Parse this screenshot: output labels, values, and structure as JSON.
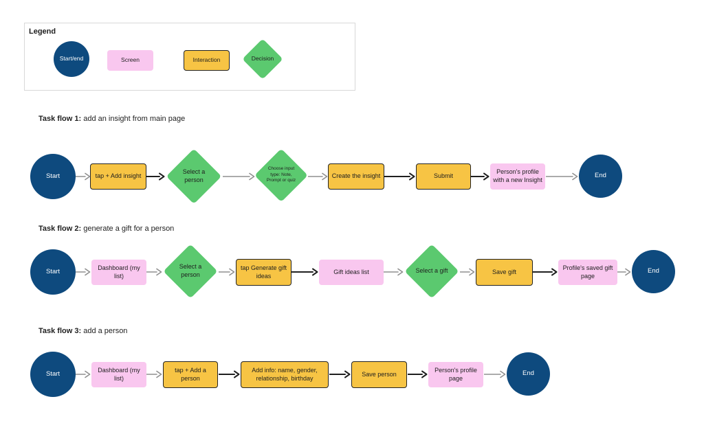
{
  "colors": {
    "start_end_blue": "#0e4a7e",
    "screen_pink": "#f9c7ef",
    "interaction_yellow": "#f7c444",
    "decision_green": "#5bc96f",
    "arrow_gray": "#8f8f8f",
    "arrow_black": "#1f1f1f"
  },
  "legend": {
    "title": "Legend",
    "items": [
      {
        "type": "start-end",
        "label": "Start/end"
      },
      {
        "type": "screen",
        "label": "Screen"
      },
      {
        "type": "interaction",
        "label": "Interaction"
      },
      {
        "type": "decision",
        "label": "Decision"
      }
    ]
  },
  "flows": [
    {
      "heading_bold": "Task flow 1:",
      "heading_rest": " add an insight from main page",
      "nodes": [
        {
          "type": "start-end",
          "label": "Start"
        },
        {
          "type": "interaction",
          "label": "tap + Add insight"
        },
        {
          "type": "decision",
          "label": "Select a person"
        },
        {
          "type": "decision",
          "label": "Choose input type: Note, Prompt or quiz"
        },
        {
          "type": "interaction",
          "label": "Create the insight"
        },
        {
          "type": "interaction",
          "label": "Submit"
        },
        {
          "type": "screen",
          "label": "Person's profile with a new Insight"
        },
        {
          "type": "start-end",
          "label": "End"
        }
      ]
    },
    {
      "heading_bold": "Task flow 2:",
      "heading_rest": " generate a gift for a person",
      "nodes": [
        {
          "type": "start-end",
          "label": "Start"
        },
        {
          "type": "screen",
          "label": "Dashboard (my list)"
        },
        {
          "type": "decision",
          "label": "Select a person"
        },
        {
          "type": "interaction",
          "label": "tap Generate gift ideas"
        },
        {
          "type": "screen",
          "label": "Gift ideas list"
        },
        {
          "type": "decision",
          "label": "Select a gift"
        },
        {
          "type": "interaction",
          "label": "Save gift"
        },
        {
          "type": "screen",
          "label": "Profile's saved gift page"
        },
        {
          "type": "start-end",
          "label": "End"
        }
      ]
    },
    {
      "heading_bold": "Task flow 3:",
      "heading_rest": " add a person",
      "nodes": [
        {
          "type": "start-end",
          "label": "Start"
        },
        {
          "type": "screen",
          "label": "Dashboard (my list)"
        },
        {
          "type": "interaction",
          "label": "tap + Add a person"
        },
        {
          "type": "interaction",
          "label": "Add info: name, gender, relationship, birthday"
        },
        {
          "type": "interaction",
          "label": "Save person"
        },
        {
          "type": "screen",
          "label": "Person's profile page"
        },
        {
          "type": "start-end",
          "label": "End"
        }
      ]
    }
  ]
}
